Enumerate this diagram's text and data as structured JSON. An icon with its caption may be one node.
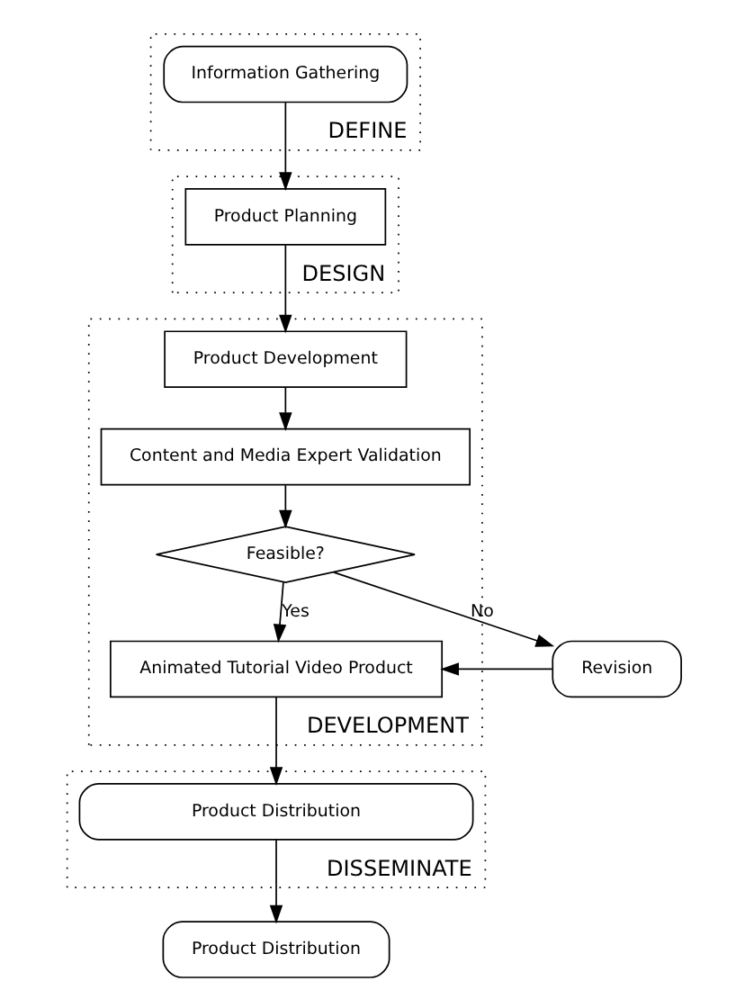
{
  "diagram": {
    "nodes": [
      {
        "text": [
          "DEFINE"
        ]
      },
      {
        "text": [
          "Information Gathering"
        ],
        "in": 0
      },
      {
        "text": [
          "DESIGN"
        ]
      },
      {
        "text": [
          "Product Planning"
        ],
        "in": 2
      },
      {
        "text": [
          "DEVELOPMENT"
        ]
      },
      {
        "text": [
          "Product Development"
        ],
        "in": 4
      },
      {
        "text": [
          "Content and Media Expert Validation"
        ],
        "in": 4
      },
      {
        "text": [
          "Feasible?"
        ],
        "in": 4
      },
      {
        "text": [
          "Revision"
        ]
      },
      {
        "text": [
          "Animated Tutorial Video Product"
        ],
        "in": 4
      },
      {
        "text": [
          "DISSEMINATE"
        ]
      },
      {
        "text": [
          "Product Distribution"
        ],
        "in": 10
      },
      {
        "text": [
          "Product Distribution"
        ]
      }
    ],
    "edges": [
      {
        "from": 1,
        "to": 3,
        "arrow": "to"
      },
      {
        "from": 3,
        "to": 5,
        "arrow": "to"
      },
      {
        "from": 5,
        "to": 6,
        "arrow": "to"
      },
      {
        "from": 6,
        "to": 7,
        "arrow": "to"
      },
      {
        "from": 7,
        "to": 8,
        "label": "No",
        "arrow": "to"
      },
      {
        "from": 7,
        "to": 9,
        "label": "Yes",
        "arrow": "to"
      },
      {
        "from": 8,
        "to": 9,
        "arrow": "to"
      },
      {
        "from": 9,
        "to": 11,
        "arrow": "to"
      },
      {
        "from": 11,
        "to": 12,
        "arrow": "to"
      }
    ]
  }
}
